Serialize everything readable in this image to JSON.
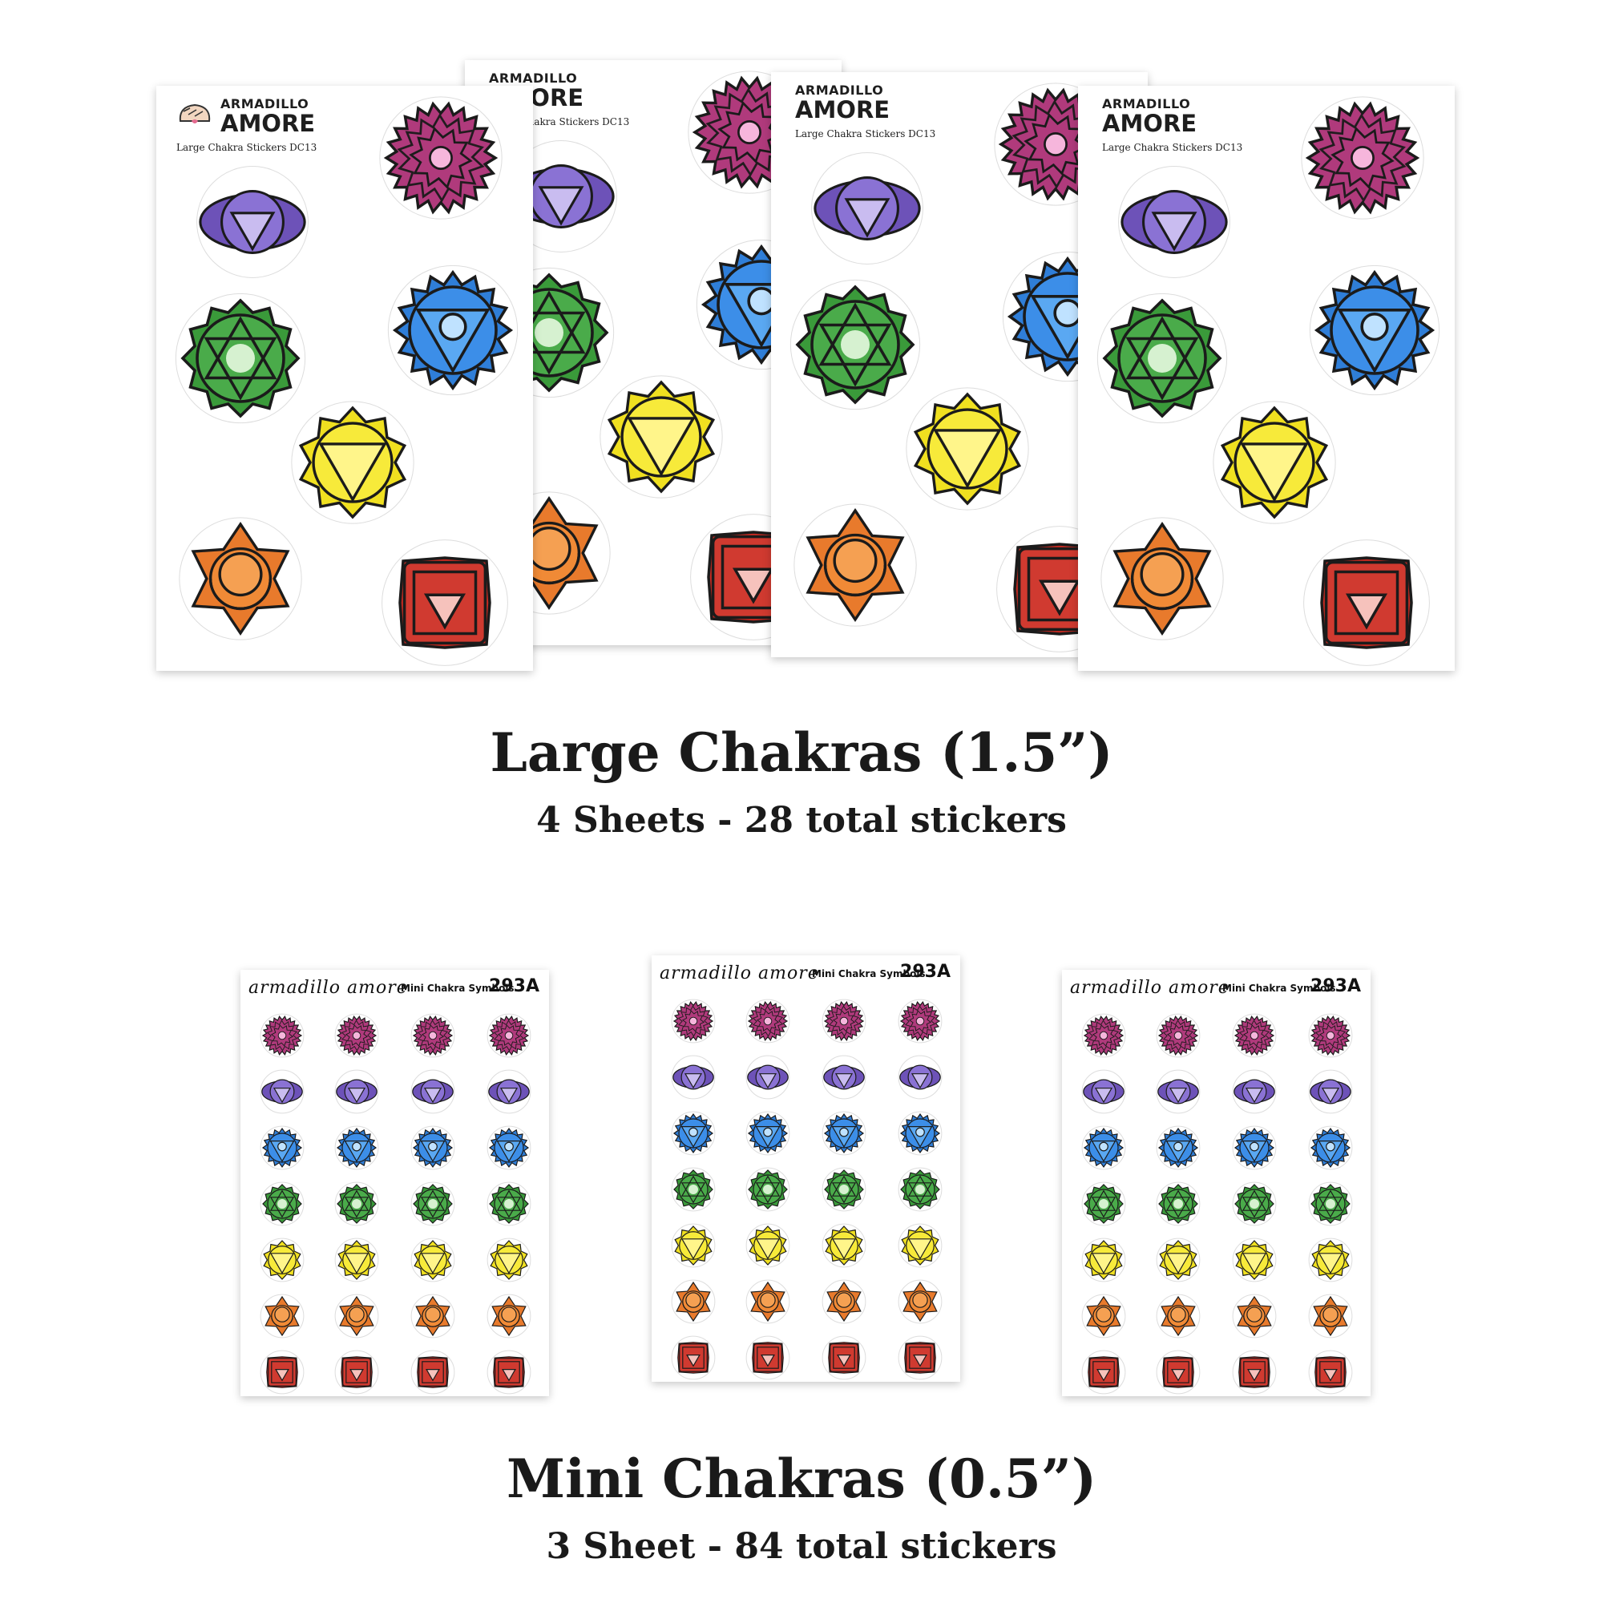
{
  "colors": {
    "crown": "#b03a7c",
    "third_eye": "#6d52b8",
    "throat": "#2f7ed8",
    "heart": "#3a9a3a",
    "solar": "#f0e020",
    "sacral": "#e87a2c",
    "root": "#c62a22"
  },
  "large_sheets": [
    {
      "brand_top": "ARMADILLO",
      "brand_name": "AMORE",
      "subtitle": "Large Chakra Stickers DC13"
    },
    {
      "brand_top": "ARMADILLO",
      "brand_name": "AMORE",
      "subtitle": "Large Chakra Stickers DC13"
    },
    {
      "brand_top": "ARMADILLO",
      "brand_name": "AMORE",
      "subtitle": "Large Chakra Stickers DC13"
    },
    {
      "brand_top": "ARMADILLO",
      "brand_name": "AMORE",
      "subtitle": "Large Chakra Stickers DC13"
    }
  ],
  "mini_sheets": [
    {
      "brand": "armadillo amore",
      "title": "Mini Chakra Symbols",
      "code": "293A"
    },
    {
      "brand": "armadillo amore",
      "title": "Mini Chakra Symbols",
      "code": "293A"
    },
    {
      "brand": "armadillo amore",
      "title": "Mini Chakra Symbols",
      "code": "293A"
    }
  ],
  "large_caption": {
    "title": "Large Chakras (1.5”)",
    "subtitle": "4 Sheets - 28 total stickers"
  },
  "mini_caption": {
    "title": "Mini Chakras (0.5”)",
    "subtitle": "3 Sheet - 84 total stickers"
  }
}
